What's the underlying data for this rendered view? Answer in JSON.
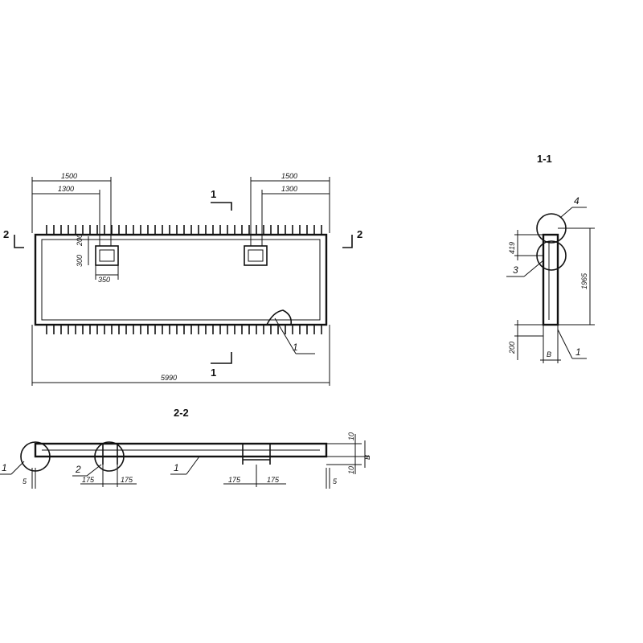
{
  "plan": {
    "dims": {
      "left_outer": "1500",
      "left_inner": "1300",
      "right_outer": "1500",
      "right_inner": "1300",
      "opening_w": "350",
      "opening_v1": "300",
      "opening_v2": "200",
      "total": "5990"
    },
    "section_marks": {
      "s1": "1",
      "s2": "2"
    },
    "leaders": {
      "l1": "1"
    }
  },
  "section_1_1": {
    "title": "1-1",
    "dims": {
      "top": "419",
      "height": "1965",
      "bottom": "200",
      "width": "B"
    },
    "leaders": {
      "l1": "1",
      "l3": "3",
      "l4": "4"
    }
  },
  "section_2_2": {
    "title": "2-2",
    "dims": {
      "d175a": "175",
      "d175b": "175",
      "d175c": "175",
      "d175d": "175",
      "d5l": "5",
      "d5r": "5",
      "d10a": "10",
      "d10b": "10",
      "b": "B"
    },
    "leaders": {
      "l1a": "1",
      "l2": "2",
      "l1b": "1"
    }
  }
}
